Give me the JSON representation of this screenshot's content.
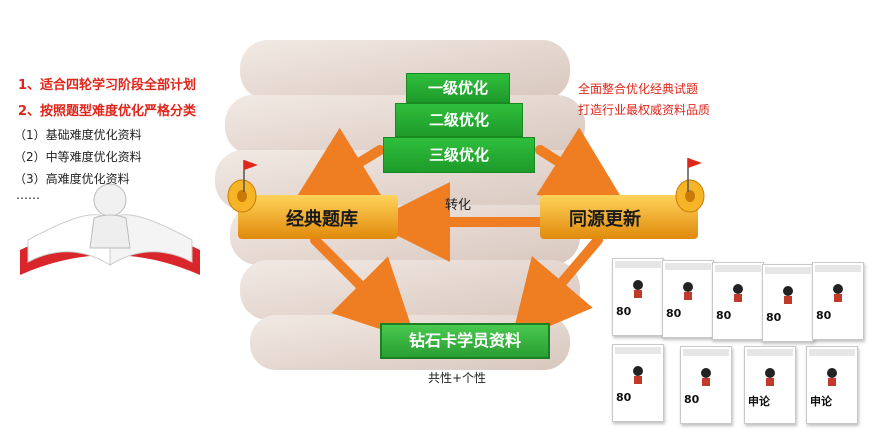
{
  "left_list": {
    "heading_1": "1、适合四轮学习阶段全部计划",
    "heading_2": "2、按照题型难度优化严格分类",
    "items": [
      "（1）基础难度优化资料",
      "（2）中等难度优化资料",
      "（3）高难度优化资料"
    ],
    "ellipsis": "……"
  },
  "right_text": {
    "line_1": "全面整合优化经典试题",
    "line_2": "打造行业最权威资料品质"
  },
  "pyramid": [
    "一级优化",
    "二级优化",
    "三级优化"
  ],
  "nodes": {
    "left": "经典题库",
    "right": "同源更新",
    "bottom": "钻石卡学员资料"
  },
  "edge_label": "转化",
  "bottom_caption": "共性+个性",
  "colors": {
    "red_text": "#e0261b",
    "green": "#2aa834",
    "orange_arrow": "#ef7d22",
    "scroll_gold": "#f2a41c"
  }
}
